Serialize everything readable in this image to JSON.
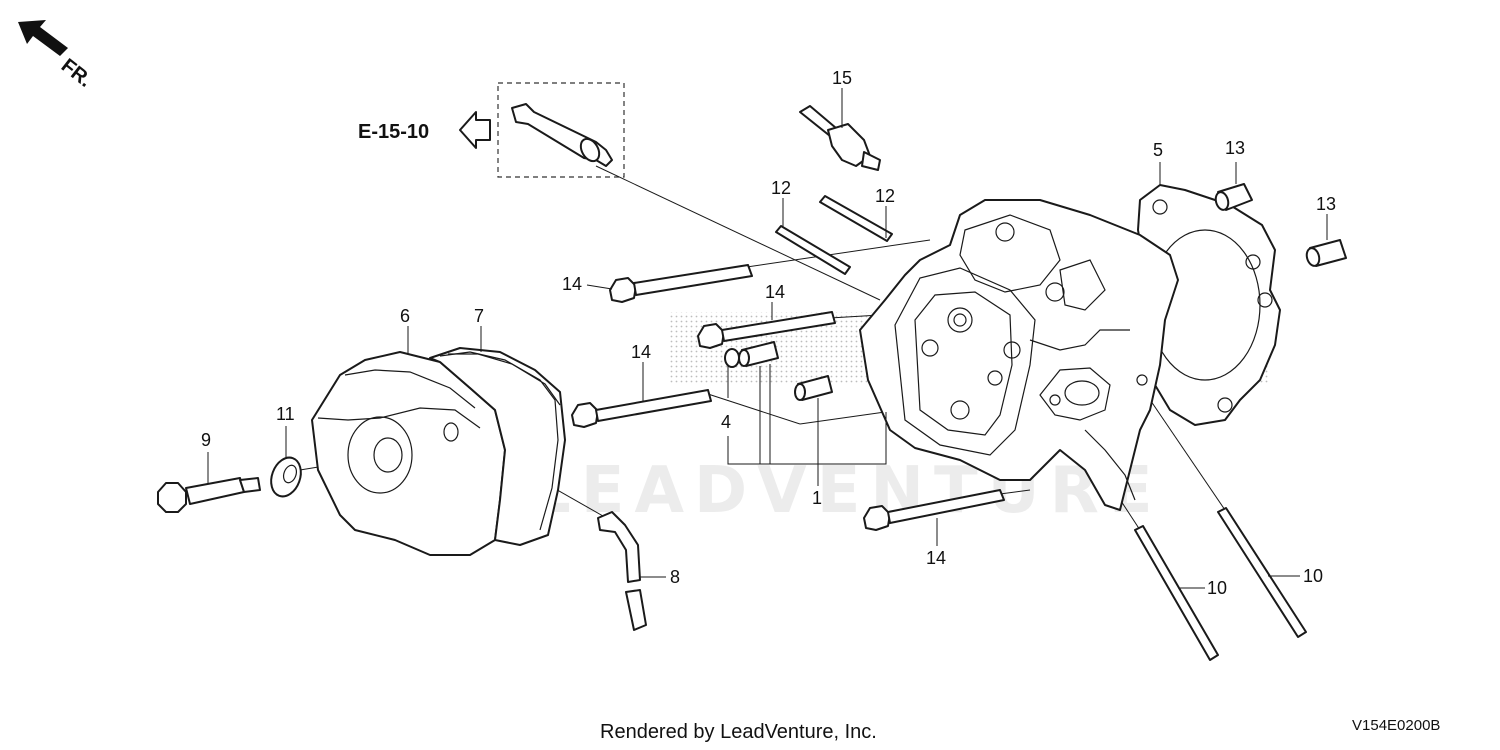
{
  "orientation": {
    "label": "FR.",
    "icon": "front-arrow-icon"
  },
  "reference": {
    "label": "E-15-10",
    "icon": "hollow-arrow-left-icon"
  },
  "watermark": {
    "text": "LEADVENTURE"
  },
  "footer": {
    "rendered_by": "Rendered by LeadVenture, Inc.",
    "diagram_code": "V154E0200B"
  },
  "callouts": {
    "c1": "1",
    "c4": "4",
    "c5": "5",
    "c6": "6",
    "c7": "7",
    "c8": "8",
    "c9": "9",
    "c10a": "10",
    "c10b": "10",
    "c11": "11",
    "c12a": "12",
    "c12b": "12",
    "c13a": "13",
    "c13b": "13",
    "c14a": "14",
    "c14b": "14",
    "c14c": "14",
    "c14d": "14",
    "c15": "15"
  }
}
